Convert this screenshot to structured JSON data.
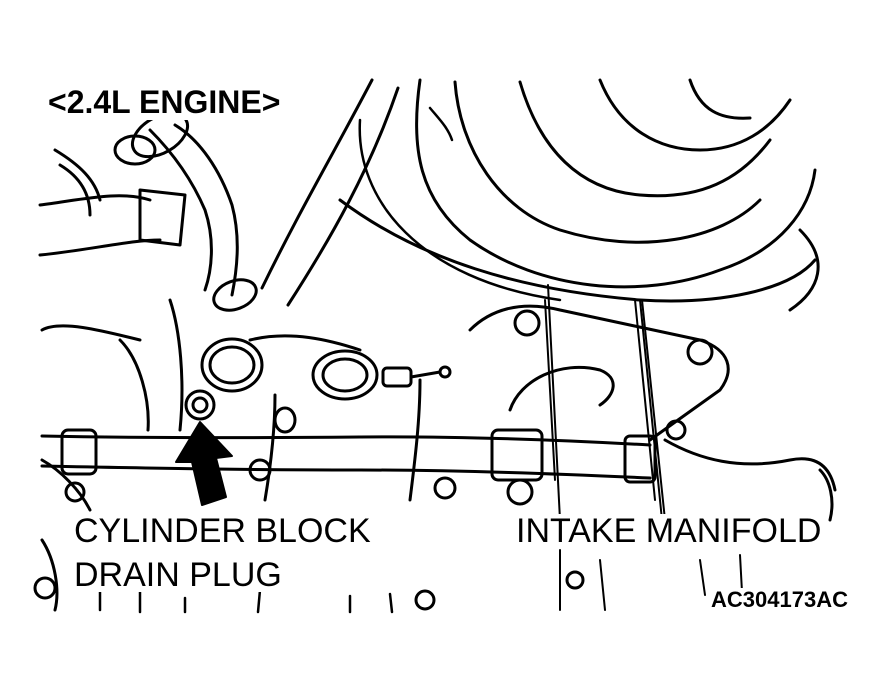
{
  "title": "<2.4L ENGINE>",
  "callouts": {
    "drain_plug_line1": "CYLINDER BLOCK",
    "drain_plug_line2": "DRAIN PLUG",
    "intake_manifold": "INTAKE MANIFOLD"
  },
  "figure_code": "AC304173AC",
  "colors": {
    "line": "#000000",
    "background": "#ffffff"
  }
}
